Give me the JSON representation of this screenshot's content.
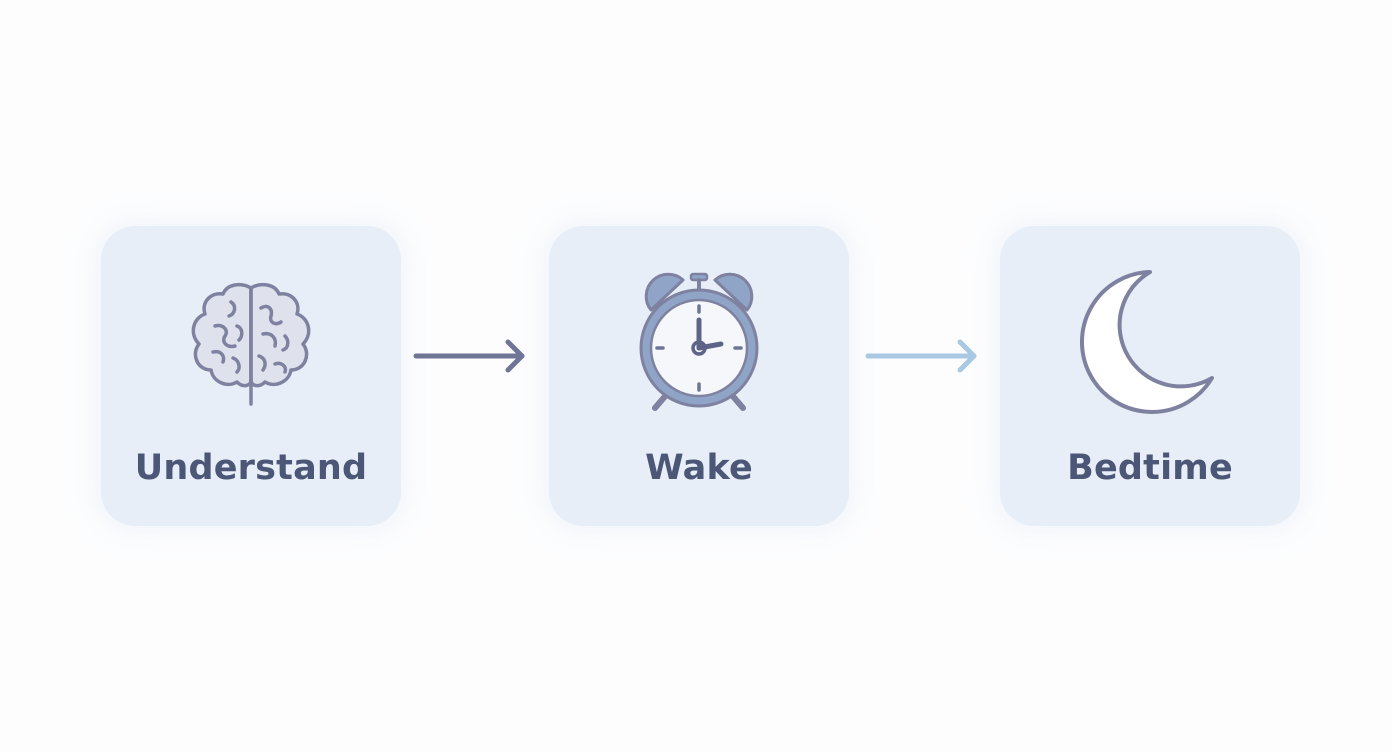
{
  "steps": [
    {
      "label": "Understand",
      "icon": "brain-icon"
    },
    {
      "label": "Wake",
      "icon": "alarm-clock-icon"
    },
    {
      "label": "Bedtime",
      "icon": "crescent-moon-icon"
    }
  ],
  "connectors": [
    {
      "icon": "arrow-right-icon",
      "color": "#6e7595"
    },
    {
      "icon": "arrow-right-icon",
      "color": "#a9c8e3"
    }
  ],
  "colors": {
    "card_background": "#e8eef7",
    "label_text": "#4c5676",
    "icon_stroke": "#7e82a0",
    "clock_body": "#8fa4c6",
    "clock_face": "#f6f7fb",
    "brain_fill": "#dfe2ec",
    "moon_fill": "#ffffff"
  }
}
